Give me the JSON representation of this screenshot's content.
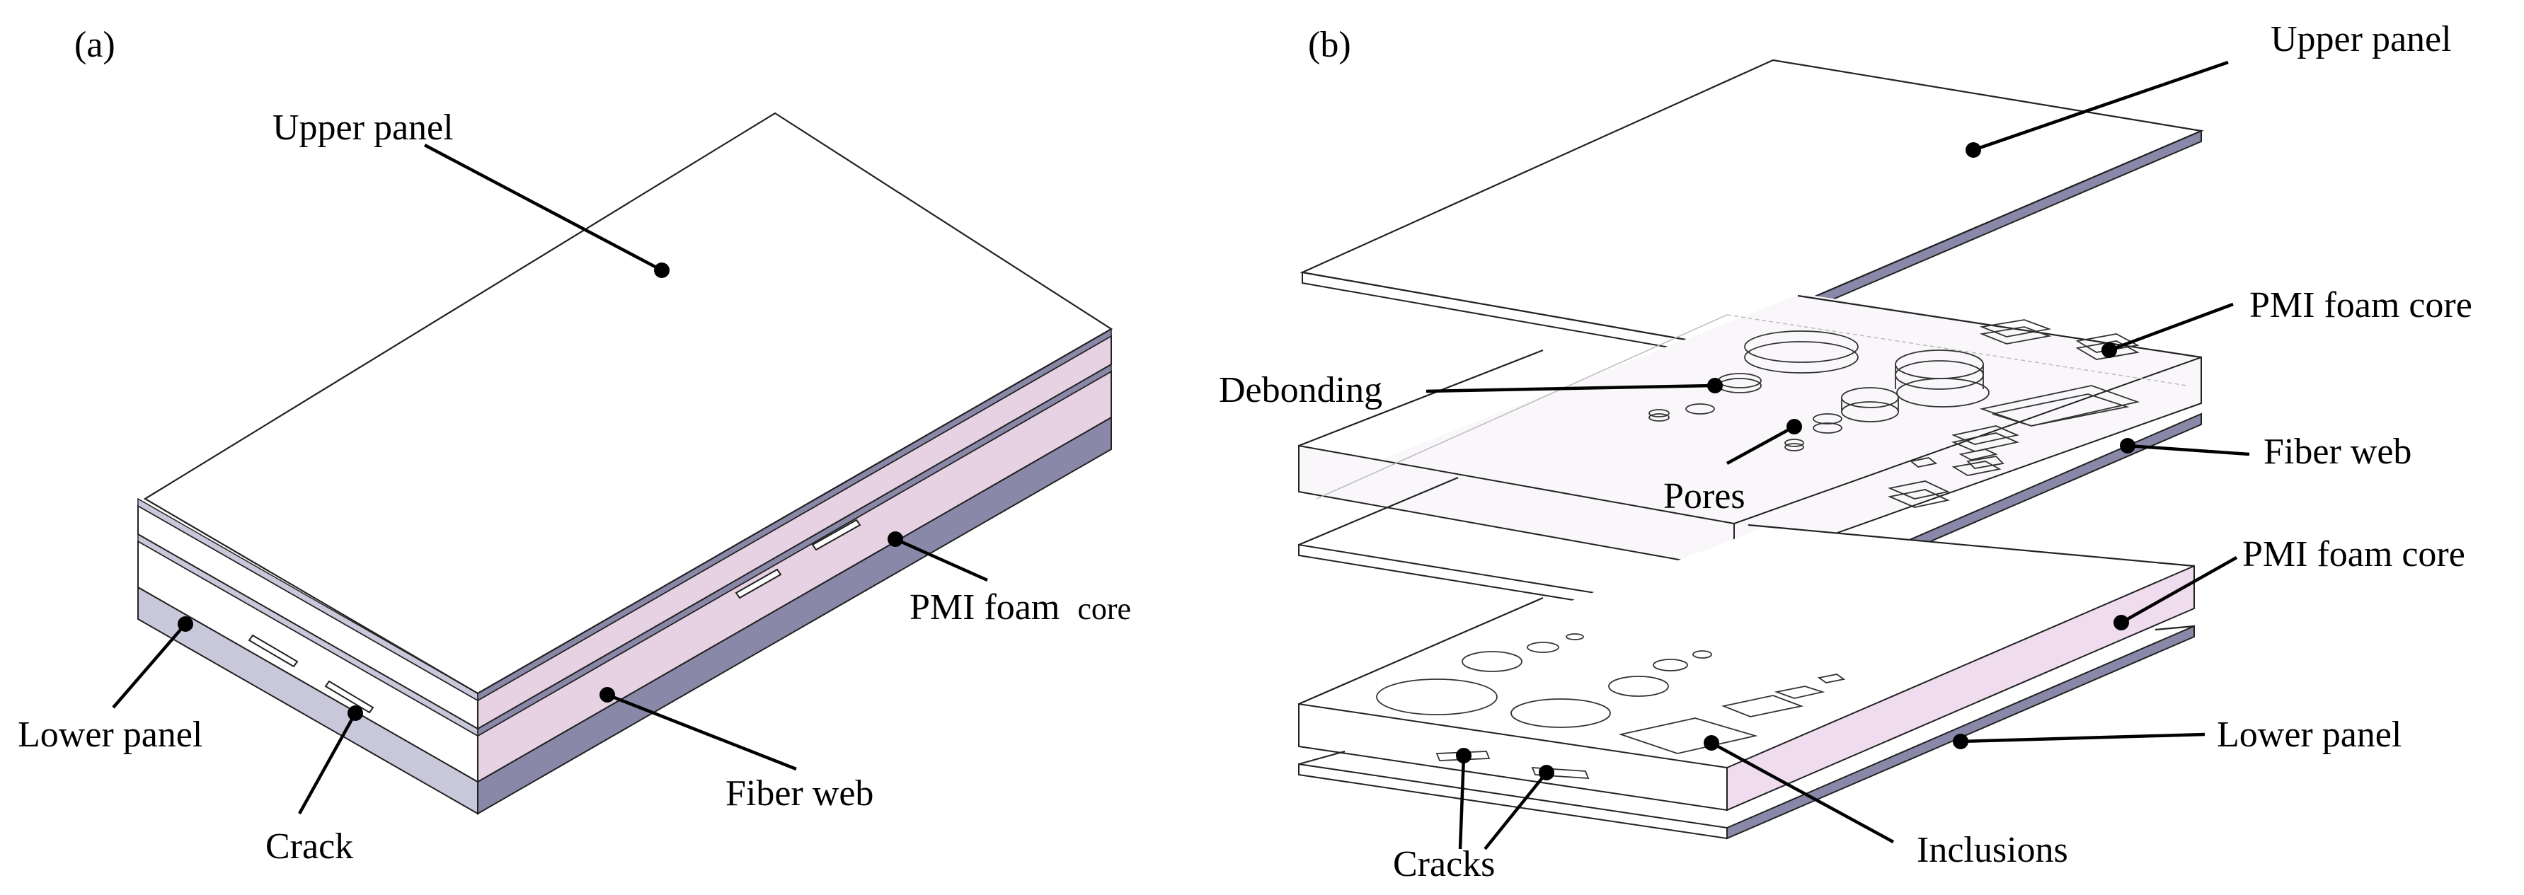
{
  "panels": [
    {
      "tag": "(a)",
      "labels": {
        "upper_panel": "Upper panel",
        "pmi_foam_core": "PMI foam",
        "pmi_foam_core_suffix": "core",
        "lower_panel": "Lower panel",
        "fiber_web": "Fiber web",
        "crack": "Crack"
      }
    },
    {
      "tag": "(b)",
      "labels": {
        "upper_panel": "Upper panel",
        "pmi_foam_core_top": "PMI foam core",
        "debonding": "Debonding",
        "fiber_web": "Fiber web",
        "pores": "Pores",
        "pmi_foam_core_bottom": "PMI foam core",
        "lower_panel": "Lower panel",
        "cracks": "Cracks",
        "inclusions": "Inclusions"
      }
    }
  ],
  "colors": {
    "panel_face": "#ffffff",
    "panel_side": "#8a88a8",
    "panel_side_light": "#c9c8da",
    "foam_side": "#e6d2e3",
    "foam_side_b": "#efdcef",
    "foam_top": "#faf7fb",
    "edge": "#222222"
  }
}
